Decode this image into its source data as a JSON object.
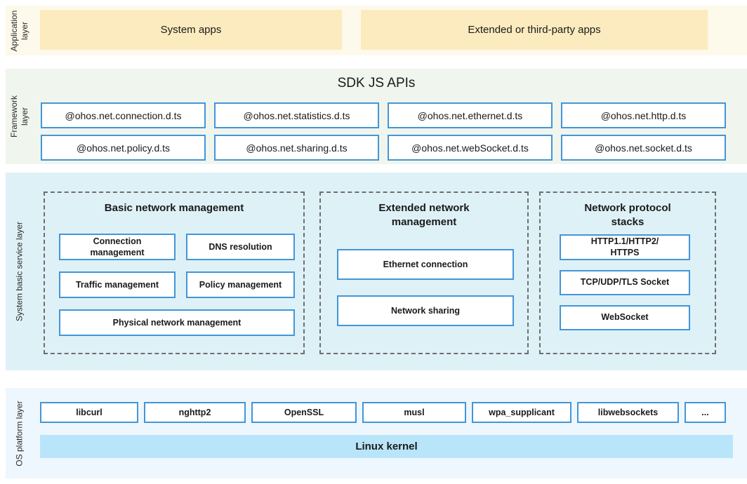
{
  "colors": {
    "accent-border": "#4296d8",
    "app-band-bg": "#fdf9eb",
    "app-box-bg": "#fcebbe",
    "framework-band-bg": "#f0f5ee",
    "service-band-bg": "#def1f7",
    "os-band-bg": "#eef7fd",
    "kernel-bar-bg": "#b9e5fa",
    "dashed-border": "#6e6e6e",
    "text": "#1a1a1a"
  },
  "layers": {
    "application": {
      "label": "Application\nlayer",
      "boxes": [
        "System apps",
        "Extended or third-party apps"
      ]
    },
    "framework": {
      "label": "Framework\nlayer",
      "sdk_title": "SDK JS APIs",
      "apis": [
        "@ohos.net.connection.d.ts",
        "@ohos.net.statistics.d.ts",
        "@ohos.net.ethernet.d.ts",
        "@ohos.net.http.d.ts",
        "@ohos.net.policy.d.ts",
        "@ohos.net.sharing.d.ts",
        "@ohos.net.webSocket.d.ts",
        "@ohos.net.socket.d.ts"
      ]
    },
    "service": {
      "label": "System basic service layer",
      "groups": [
        {
          "title": "Basic network management",
          "items": [
            "Connection\nmanagement",
            "DNS resolution",
            "Traffic management",
            "Policy management",
            "Physical network management"
          ]
        },
        {
          "title": "Extended network\nmanagement",
          "items": [
            "Ethernet connection",
            "Network sharing"
          ]
        },
        {
          "title": "Network protocol\nstacks",
          "items": [
            "HTTP1.1/HTTP2/\nHTTPS",
            "TCP/UDP/TLS Socket",
            "WebSocket"
          ]
        }
      ]
    },
    "os": {
      "label": "OS platform layer",
      "libraries": [
        "libcurl",
        "nghttp2",
        "OpenSSL",
        "musl",
        "wpa_supplicant",
        "libwebsockets",
        "..."
      ],
      "kernel": "Linux kernel"
    }
  }
}
